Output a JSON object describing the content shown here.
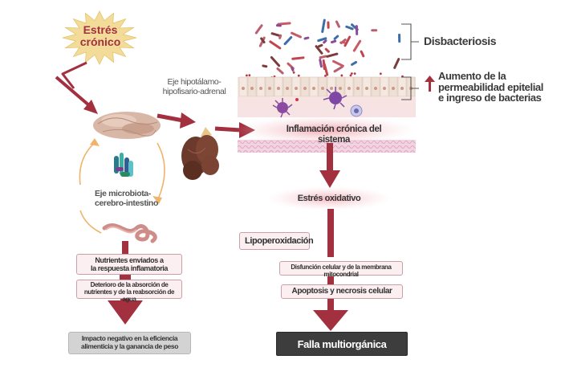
{
  "stress": "Estrés\ncrónico",
  "hpa_axis": "Eje hipotálamo-\nhipofisario-adrenal",
  "mgb_axis": "Eje microbiota-\ncerebro-intestino",
  "dysbiosis": "Disbacteriosis",
  "permeability": "Aumento de la\npermeabilidad epitelial\ne ingreso de bacterias",
  "inflammation": "Inflamación crónica del sistema",
  "oxidative": "Estrés oxidativo",
  "lipoperox": "Lipoperoxidación",
  "dysfunction": "Disfunción celular y de la membrana mitocondrial",
  "apoptosis": "Apoptosis y necrosis celular",
  "failure": "Falla multiorgánica",
  "nutrients": "Nutrientes enviados a\nla respuesta inflamatoria",
  "absorption": "Deterioro de la absorción de\nnutrientes y de la reabsorción de agua",
  "impact": "Impacto negativo en la eficiencia\nalimenticia y la ganancia de peso",
  "colors": {
    "arrow": "#a3303f",
    "box_fill": "#fbeff1",
    "star": "#f3dc9a",
    "star_text": "#a3303f",
    "orange_cycle": "#f0b36a",
    "dark_box": "#3d3d3d"
  }
}
